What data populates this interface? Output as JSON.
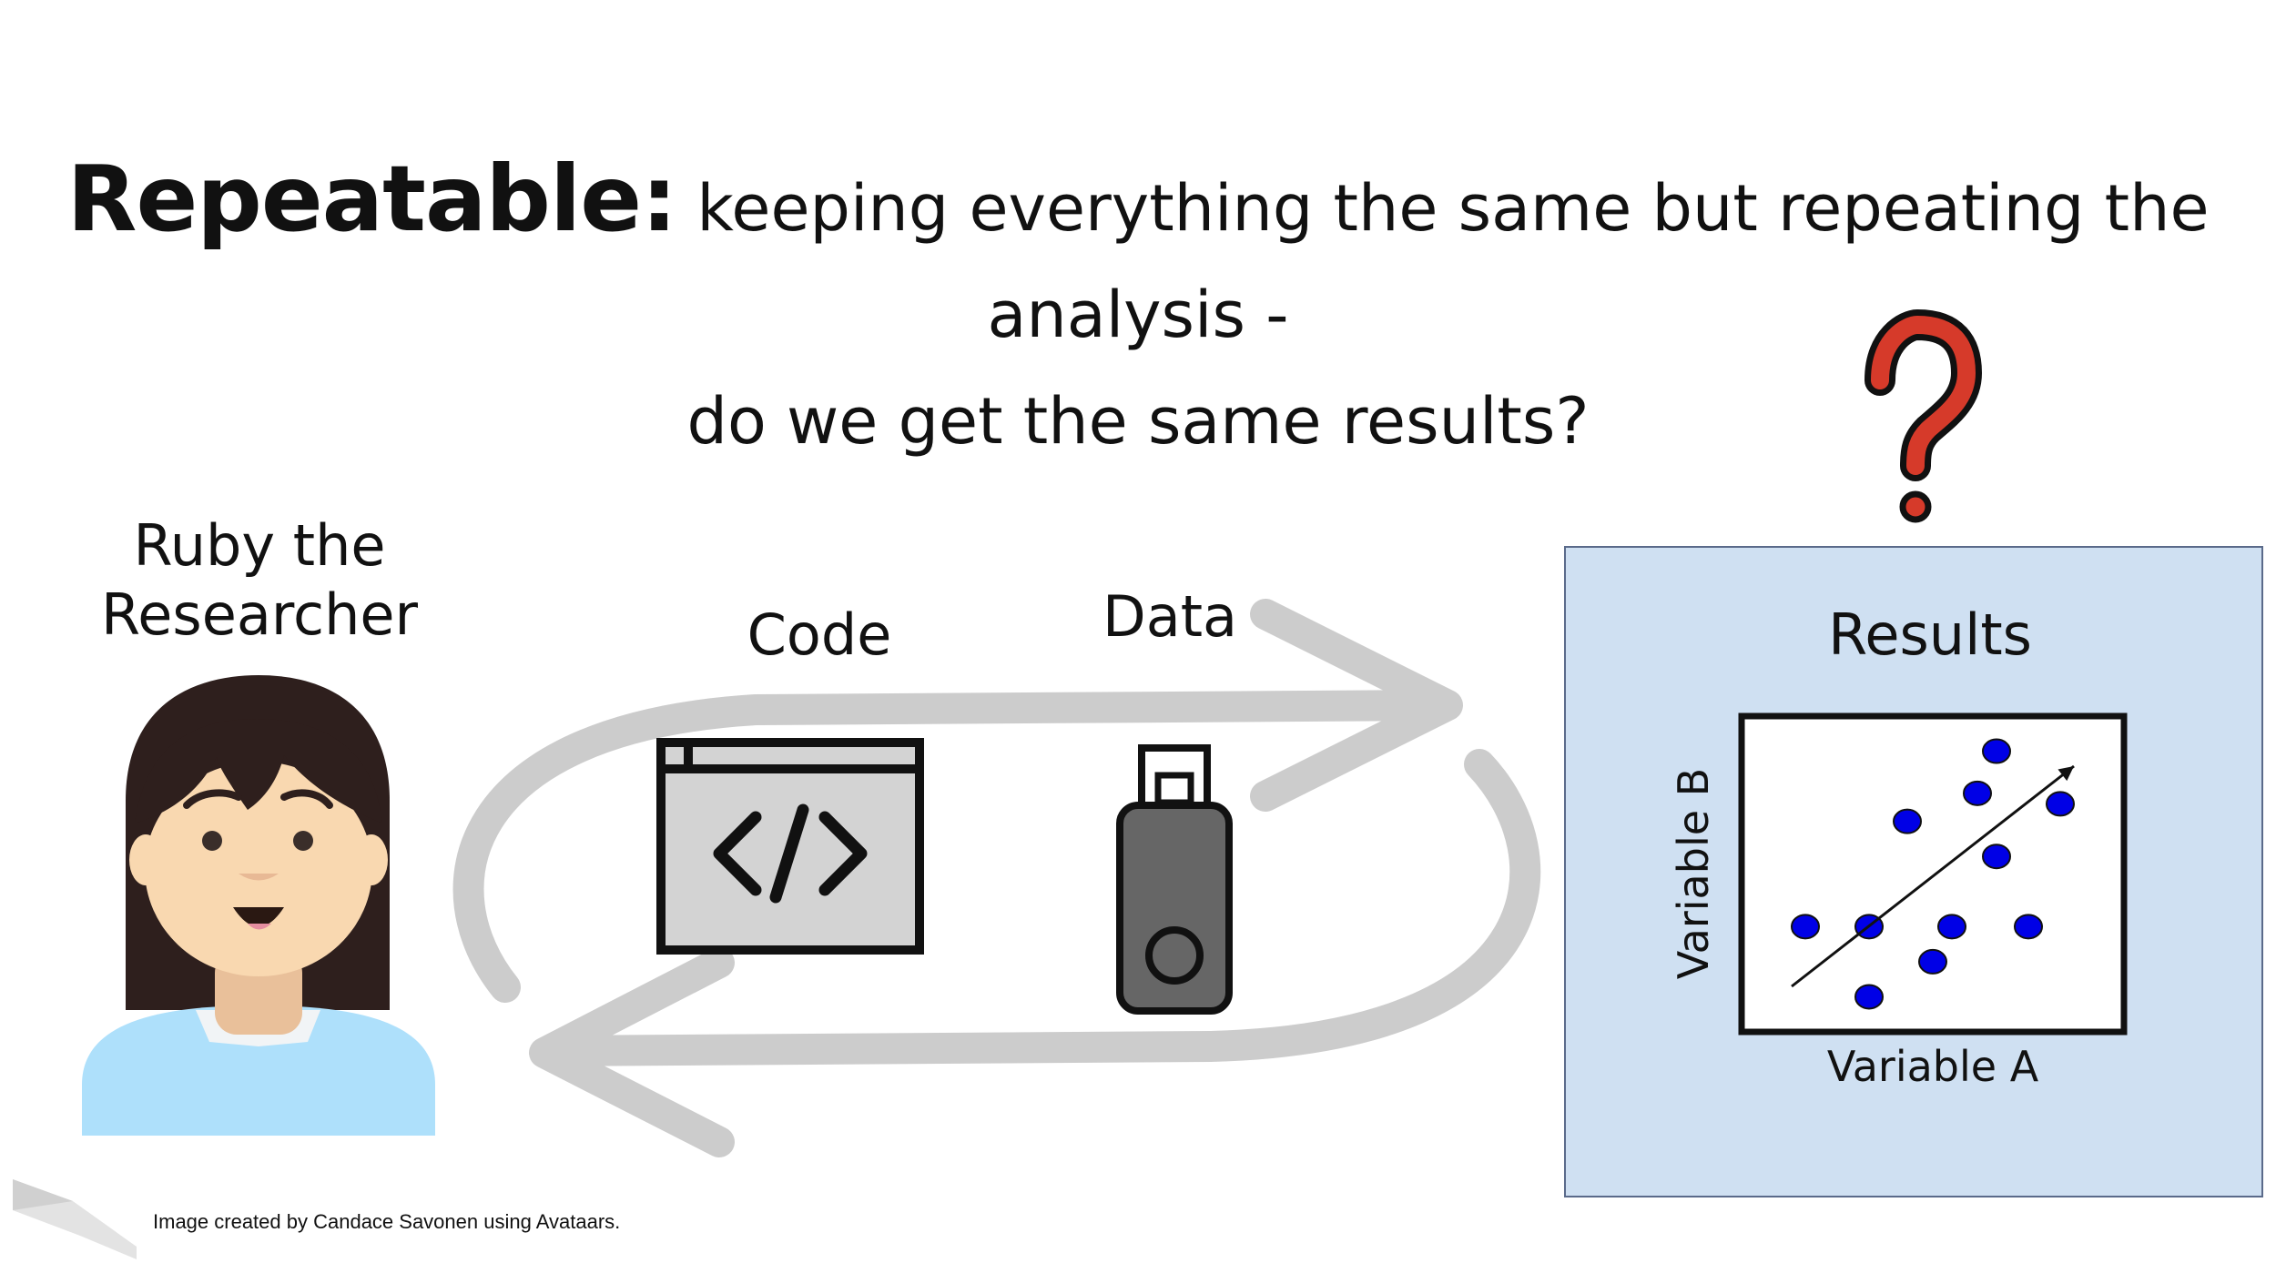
{
  "title": {
    "bold": "Repeatable:",
    "line1": " keeping everything the same but repeating the analysis -",
    "line2": "do we get the same results?"
  },
  "researcher": {
    "label_line1": "Ruby the",
    "label_line2": "Researcher"
  },
  "code": {
    "label": "Code"
  },
  "data": {
    "label": "Data"
  },
  "results": {
    "label": "Results",
    "xlabel": "Variable A",
    "ylabel": "Variable B"
  },
  "caption": "Image created by Candace Savonen using Avataars.",
  "colors": {
    "panel": "#cfe0f2",
    "dots": "#0000e6",
    "question": "#d63a2a",
    "arrows": "#cccccc",
    "shirt": "#aee0fb",
    "hair": "#2e1f1d",
    "skin": "#f9d8b0"
  },
  "chart_data": {
    "type": "scatter",
    "xlabel": "Variable A",
    "ylabel": "Variable B",
    "points": [
      {
        "x": 1.0,
        "y": 3.0
      },
      {
        "x": 2.0,
        "y": 3.0
      },
      {
        "x": 2.0,
        "y": 1.0
      },
      {
        "x": 2.6,
        "y": 6.0
      },
      {
        "x": 3.0,
        "y": 2.0
      },
      {
        "x": 3.3,
        "y": 3.0
      },
      {
        "x": 3.7,
        "y": 6.8
      },
      {
        "x": 4.0,
        "y": 5.0
      },
      {
        "x": 4.0,
        "y": 8.0
      },
      {
        "x": 4.5,
        "y": 3.0
      },
      {
        "x": 5.0,
        "y": 6.5
      }
    ],
    "trend": true
  }
}
